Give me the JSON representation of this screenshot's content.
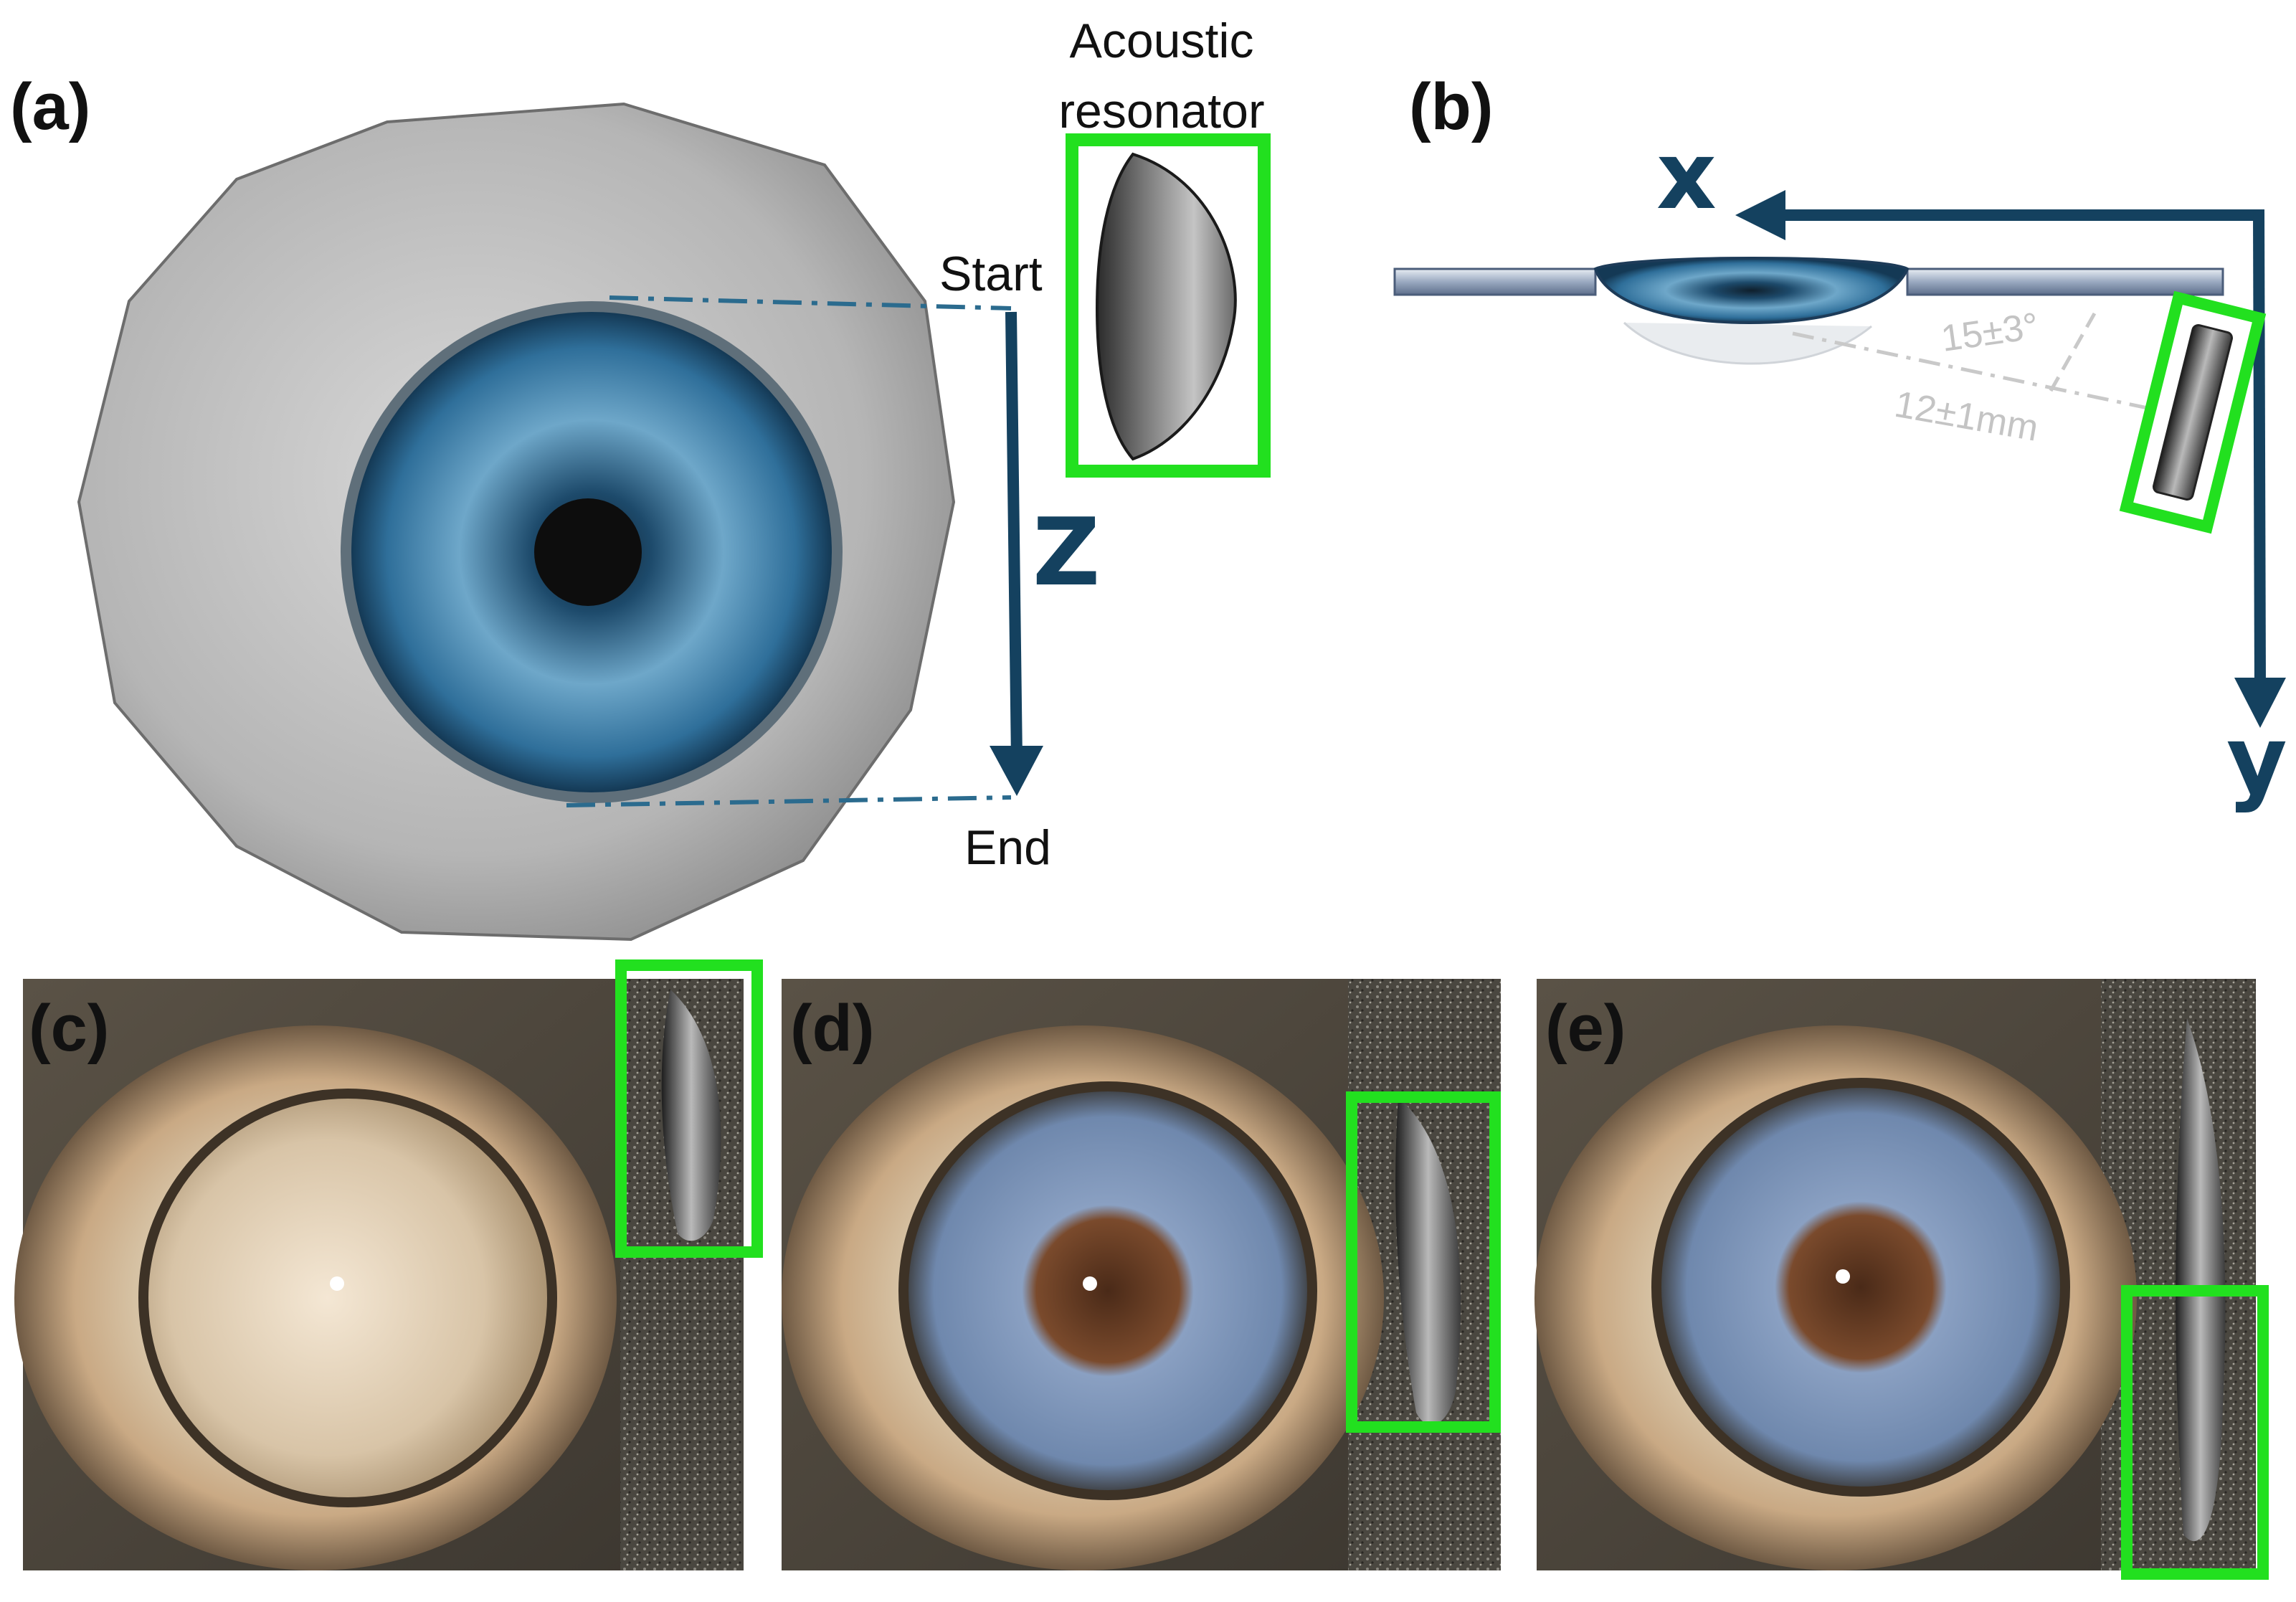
{
  "panels": {
    "a": {
      "label": "(a)",
      "resonator_title_line1": "Acoustic",
      "resonator_title_line2": "resonator",
      "start": "Start",
      "end": "End",
      "axis": "Z"
    },
    "b": {
      "label": "(b)",
      "axis_x": "x",
      "axis_y": "y",
      "angle": "15±3°",
      "distance": "12±1mm"
    },
    "c": {
      "label": "(c)"
    },
    "d": {
      "label": "(d)"
    },
    "e": {
      "label": "(e)"
    }
  },
  "colors": {
    "highlight": "#22e01f",
    "axis": "#14415f",
    "iris": "#2f6f9a",
    "sclera": "#c9c9c9"
  },
  "icons": [
    "eyeball-render",
    "acoustic-resonator",
    "contact-lens-cross-section",
    "eye-photo"
  ]
}
